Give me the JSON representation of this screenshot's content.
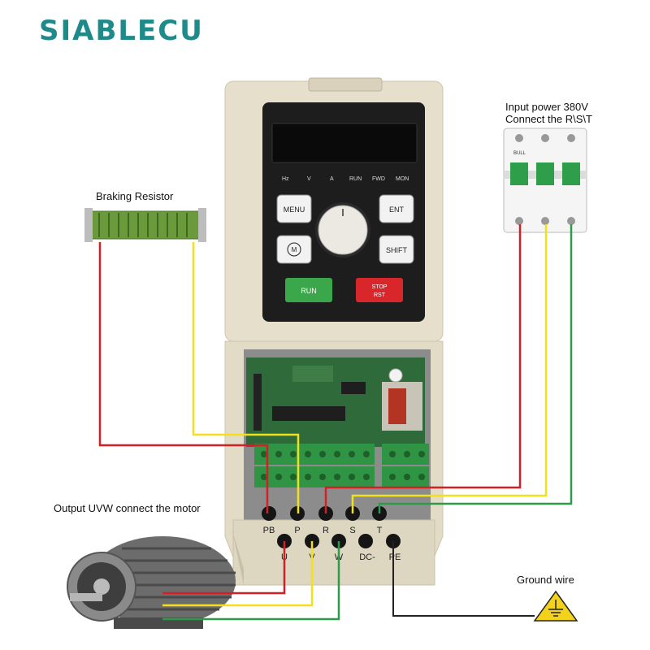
{
  "brand": {
    "logo": "SIABLECU"
  },
  "labels": {
    "braking_resistor": "Braking Resistor",
    "input_power_line1": "Input power 380V",
    "input_power_line2": "Connect the R\\S\\T",
    "output_uvw": "Output UVW connect the motor",
    "ground_wire": "Ground wire"
  },
  "keypad": {
    "indicators": [
      "Hz",
      "V",
      "A",
      "RUN",
      "FWD",
      "MON"
    ],
    "menu": "MENU",
    "ent": "ENT",
    "m": "M",
    "shift": "SHIFT",
    "run": "RUN",
    "stop_line1": "STOP",
    "stop_line2": "RST"
  },
  "terminals": {
    "top_row": [
      "PB",
      "P",
      "R",
      "S",
      "T"
    ],
    "bottom_row": [
      "U",
      "V",
      "W",
      "DC-",
      "PE"
    ]
  },
  "breaker": {
    "brand": "BULL"
  },
  "colors": {
    "wire_red": "#d32027",
    "wire_yellow": "#f2e01c",
    "wire_green": "#2e9a4a",
    "wire_black": "#222222",
    "logo": "#1f8a8a",
    "housing": "#e6dfcc",
    "run_button": "#3aa84a",
    "stop_button": "#d8262b"
  }
}
